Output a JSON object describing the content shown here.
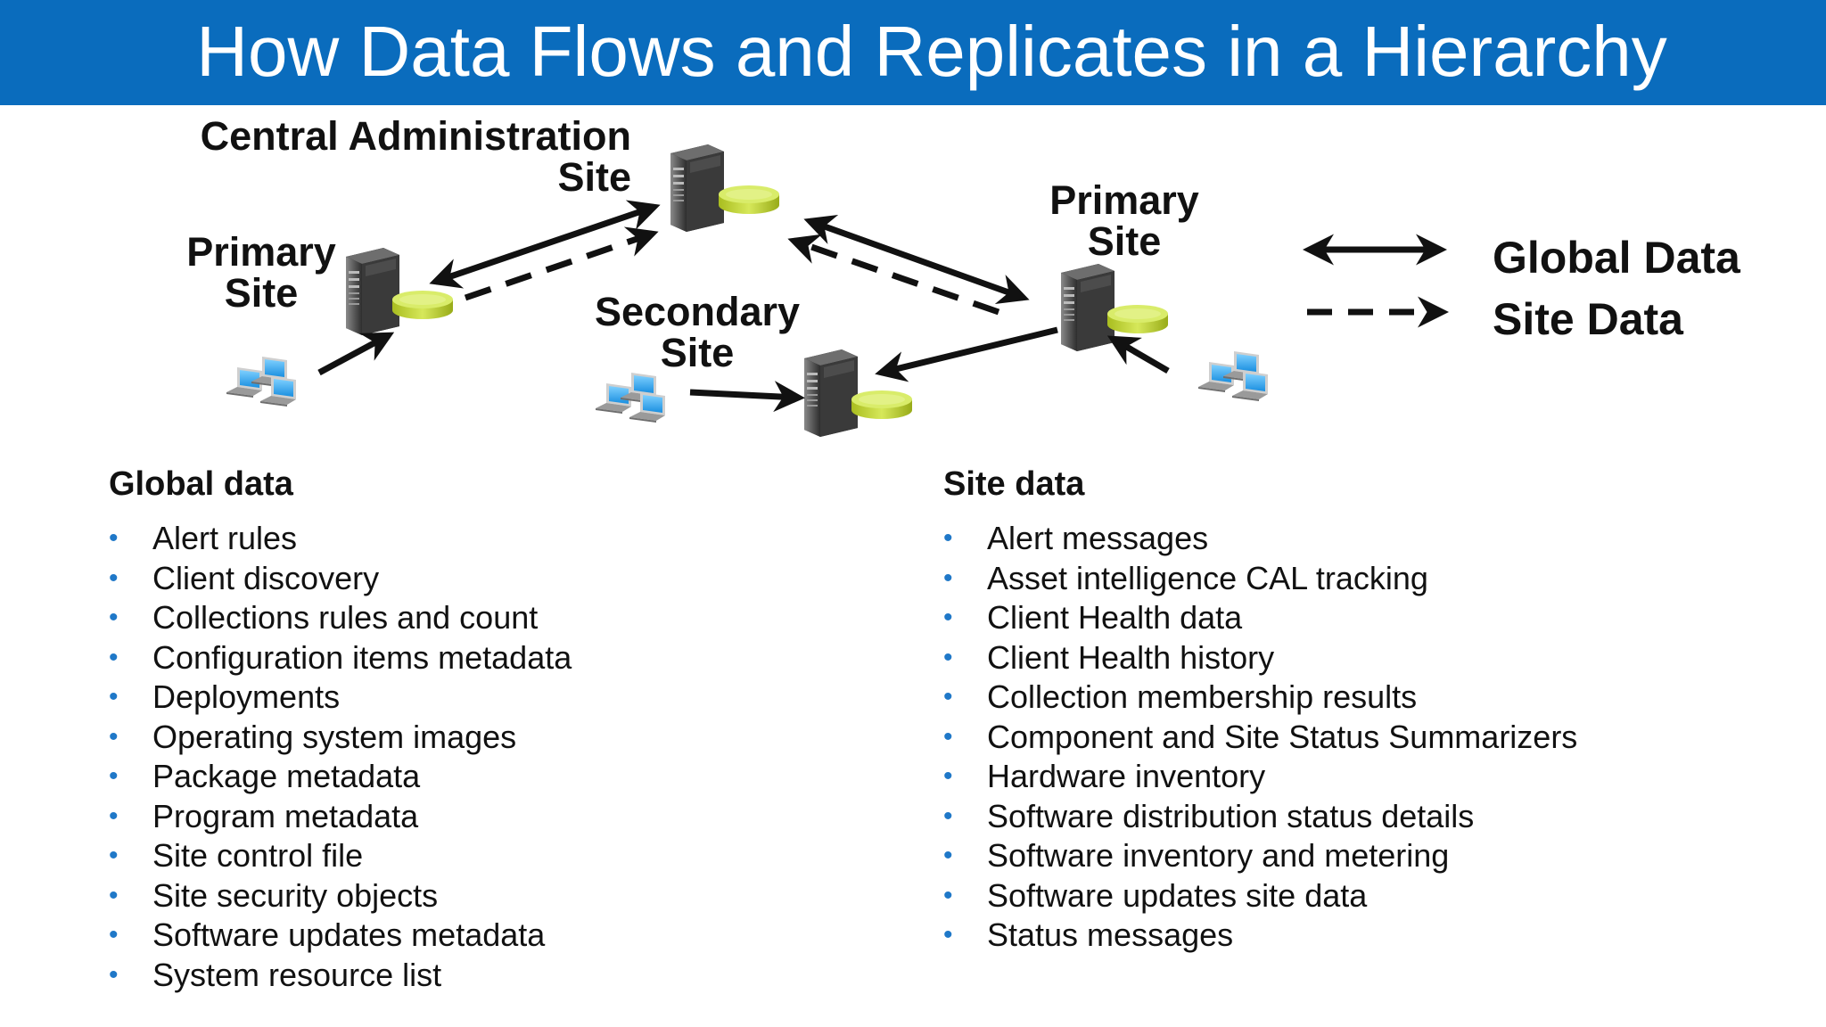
{
  "title": "How Data Flows and Replicates in a Hierarchy",
  "colors": {
    "title_bar": "#0a6cbd",
    "title_text": "#ffffff",
    "bullet": "#1f78c8",
    "server": "#4a4a4a",
    "database": "#c8dc3c",
    "arrow": "#111111"
  },
  "diagram": {
    "cas_label": [
      "Central Administration",
      "Site"
    ],
    "primary_left_label": [
      "Primary",
      "Site"
    ],
    "secondary_label": [
      "Secondary",
      "Site"
    ],
    "primary_right_label": [
      "Primary",
      "Site"
    ],
    "icons": {
      "server": "server-icon",
      "database": "database-icon",
      "clients": "client-computers-icon"
    }
  },
  "legend": {
    "global": "Global Data",
    "site": "Site Data"
  },
  "global_data": {
    "heading": "Global data",
    "items": [
      "Alert rules",
      "Client discovery",
      "Collections rules and count",
      "Configuration items metadata",
      "Deployments",
      "Operating system images",
      "Package metadata",
      "Program metadata",
      "Site control file",
      "Site security objects",
      "Software updates metadata",
      "System resource list"
    ]
  },
  "site_data": {
    "heading": "Site data",
    "items": [
      "Alert messages",
      "Asset intelligence CAL tracking",
      "Client Health data",
      "Client Health history",
      "Collection membership results",
      "Component and Site Status Summarizers",
      "Hardware inventory",
      "Software distribution status details",
      "Software inventory and metering",
      "Software updates site data",
      "Status messages"
    ]
  }
}
